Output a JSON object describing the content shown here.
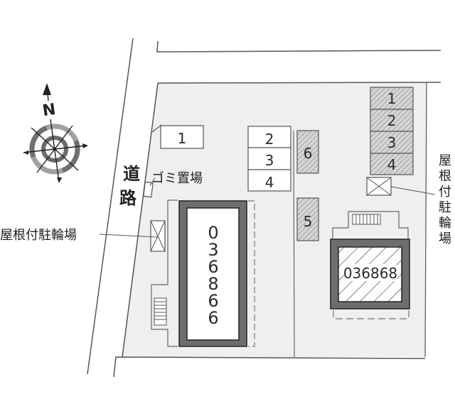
{
  "map": {
    "compass": {
      "label": "N",
      "icon": "compass-rose-icon"
    },
    "road": {
      "label_line1": "道",
      "label_line2": "路"
    },
    "garbage": {
      "label": "ゴミ置場"
    },
    "bike_parking_left": {
      "label": "屋根付駐輪場"
    },
    "bike_parking_right": {
      "label_chars": [
        "屋",
        "根",
        "付",
        "駐",
        "輪",
        "場"
      ]
    },
    "building_left": {
      "id_chars": [
        "0",
        "3",
        "6",
        "8",
        "6",
        "6"
      ],
      "id": "036866"
    },
    "building_right": {
      "id": "036868"
    },
    "parking_left": {
      "space_1": "1",
      "space_2": "2",
      "space_3": "3",
      "space_4": "4",
      "space_5": "5",
      "space_6": "6"
    },
    "parking_right": {
      "space_1": "1",
      "space_2": "2",
      "space_3": "3",
      "space_4": "4"
    },
    "colors": {
      "lot_fill": "#efefef",
      "building_wall": "#6e6e6e",
      "hatch": "#9a9a9a",
      "line": "#555555"
    }
  }
}
